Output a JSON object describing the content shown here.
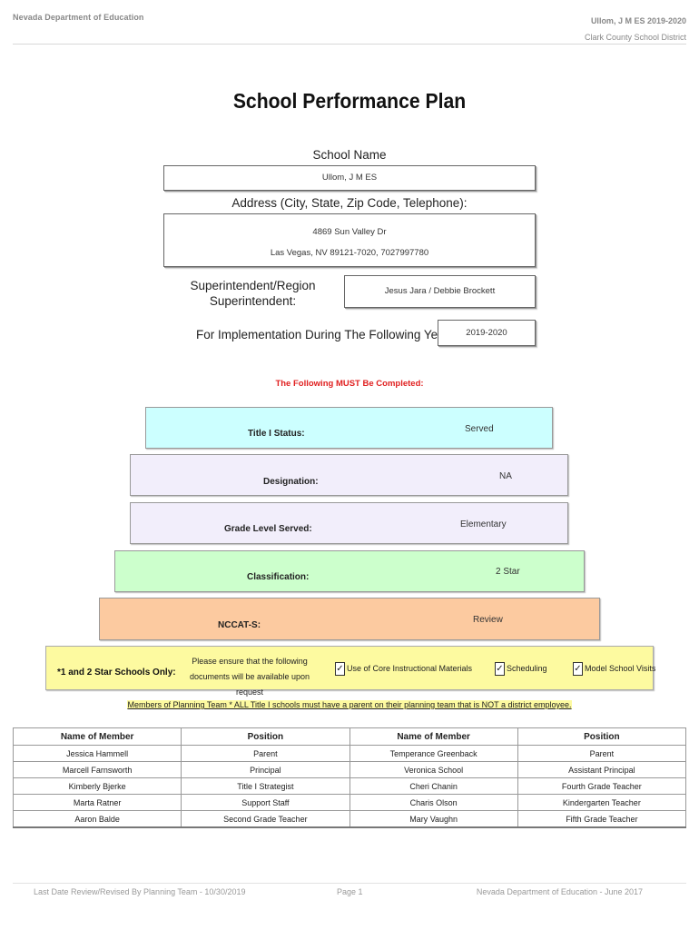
{
  "header": {
    "org": "Nevada Department of Education",
    "school_year": "Ullom, J M ES  2019-2020",
    "district": "Clark County School District"
  },
  "title": "School Performance Plan",
  "school": {
    "name_label": "School Name",
    "name_value": "Ullom, J M ES",
    "address_label": "Address (City, State, Zip Code, Telephone):",
    "address_line1": "4869 Sun Valley Dr",
    "address_line2": "Las Vegas, NV  89121-7020, 7027997780",
    "superintendent_label": "Superintendent/Region Superintendent:",
    "superintendent_value": "Jesus Jara / Debbie Brockett",
    "years_label": "For Implementation During The Following Years:",
    "years_value": "2019-2020"
  },
  "must_complete": "The Following MUST Be Completed:",
  "tiers": [
    {
      "label": "Title I Status:",
      "value": "Served",
      "color": "#ccffff"
    },
    {
      "label": "Designation:",
      "value": "NA",
      "color": "#f2eefb"
    },
    {
      "label": "Grade Level Served:",
      "value": "Elementary",
      "color": "#f2eefb"
    },
    {
      "label": "Classification:",
      "value": "2 Star",
      "color": "#ccffcc"
    },
    {
      "label": "NCCAT-S:",
      "value": "Review",
      "color": "#fccaa0"
    }
  ],
  "star_schools": {
    "label": "*1 and 2 Star Schools Only:",
    "note": "Please ensure that the following documents will be available upon request",
    "check_mark": "✓",
    "items": [
      "Use of Core Instructional Materials",
      "Scheduling",
      "Model School Visits"
    ]
  },
  "members_note": "Members of Planning Team * ALL Title I schools must have a parent on their planning team that is NOT a district employee.",
  "team_table": {
    "headers": [
      "Name of Member",
      "Position",
      "Name of Member",
      "Position"
    ],
    "rows": [
      [
        "Jessica Hammell",
        "Parent",
        "Temperance Greenback",
        "Parent"
      ],
      [
        "Marcell Farnsworth",
        "Principal",
        "Veronica School",
        "Assistant Principal"
      ],
      [
        "Kimberly Bjerke",
        "Title I Strategist",
        "Cheri Chanin",
        "Fourth Grade Teacher"
      ],
      [
        "Marta Ratner",
        "Support Staff",
        "Charis Olson",
        "Kindergarten Teacher"
      ],
      [
        "Aaron Balde",
        "Second Grade Teacher",
        "Mary Vaughn",
        "Fifth Grade Teacher"
      ]
    ]
  },
  "footer": {
    "left": "Last Date Review/Revised By Planning Team - 10/30/2019",
    "center": "Page 1",
    "right": "Nevada Department of Education - June 2017"
  }
}
